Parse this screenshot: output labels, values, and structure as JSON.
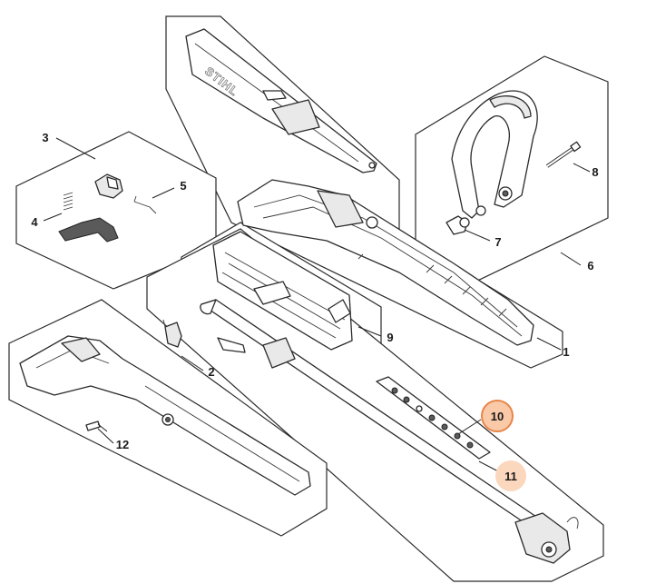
{
  "diagram": {
    "brand_label": "STIHL",
    "callouts": {
      "c1": "1",
      "c2": "2",
      "c3": "3",
      "c4": "4",
      "c5": "5",
      "c6": "6",
      "c7": "7",
      "c8": "8",
      "c9": "9",
      "c10": "10",
      "c11": "11",
      "c12": "12"
    },
    "highlight_colors": {
      "ring": "#e8864a",
      "fill": "#f9c9a8"
    }
  }
}
